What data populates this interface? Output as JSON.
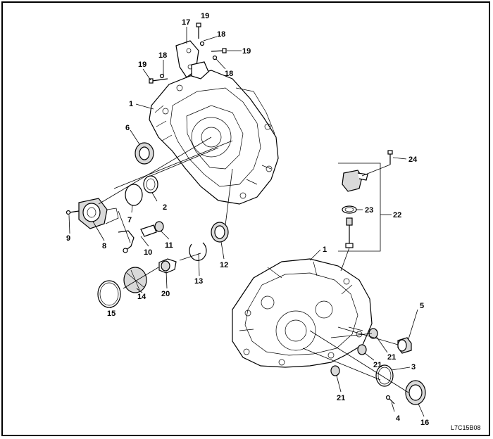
{
  "figure_code": "L7C15B08",
  "callouts": {
    "c1_top": "1",
    "c1_bottom": "1",
    "c2": "2",
    "c3": "3",
    "c4": "4",
    "c5": "5",
    "c6": "6",
    "c7": "7",
    "c8": "8",
    "c9": "9",
    "c10": "10",
    "c11": "11",
    "c12": "12",
    "c13": "13",
    "c14": "14",
    "c15": "15",
    "c16": "16",
    "c17": "17",
    "c18_a": "18",
    "c18_b": "18",
    "c18_c": "18",
    "c19_a": "19",
    "c19_b": "19",
    "c19_c": "19",
    "c20": "20",
    "c21_a": "21",
    "c21_b": "21",
    "c21_c": "21",
    "c22": "22",
    "c23": "23",
    "c24": "24"
  }
}
